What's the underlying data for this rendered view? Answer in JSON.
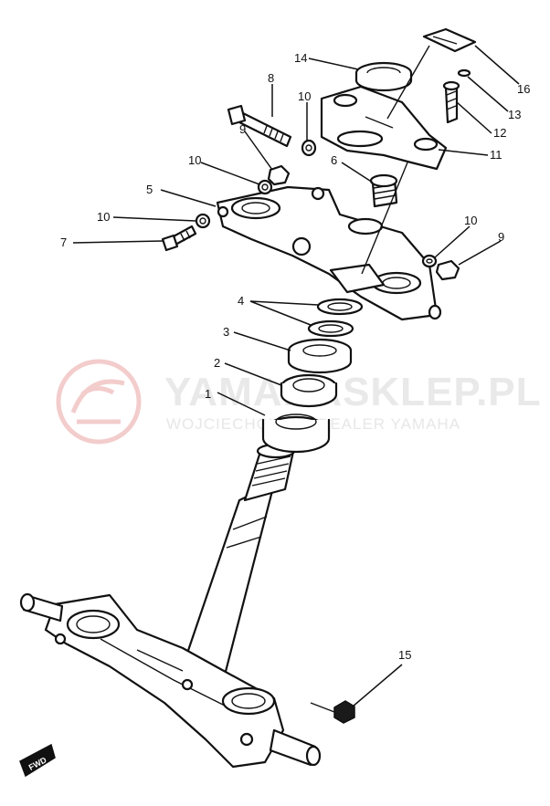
{
  "watermark": {
    "brand": "YAMAHASKLEP.PL",
    "tagline": "WOJCIECHOWSKI DEALER YAMAHA",
    "logo_color": "#f3cccc"
  },
  "direction_badge": {
    "label": "FWD"
  },
  "callouts": [
    {
      "id": "c1",
      "label": "1"
    },
    {
      "id": "c2",
      "label": "2"
    },
    {
      "id": "c3",
      "label": "3"
    },
    {
      "id": "c4",
      "label": "4"
    },
    {
      "id": "c5",
      "label": "5"
    },
    {
      "id": "c6",
      "label": "6"
    },
    {
      "id": "c7",
      "label": "7"
    },
    {
      "id": "c8",
      "label": "8"
    },
    {
      "id": "c9a",
      "label": "9"
    },
    {
      "id": "c9b",
      "label": "9"
    },
    {
      "id": "c10a",
      "label": "10"
    },
    {
      "id": "c10b",
      "label": "10"
    },
    {
      "id": "c10c",
      "label": "10"
    },
    {
      "id": "c10d",
      "label": "10"
    },
    {
      "id": "c11",
      "label": "11"
    },
    {
      "id": "c12",
      "label": "12"
    },
    {
      "id": "c13",
      "label": "13"
    },
    {
      "id": "c14",
      "label": "14"
    },
    {
      "id": "c15",
      "label": "15"
    },
    {
      "id": "c16",
      "label": "16"
    }
  ]
}
